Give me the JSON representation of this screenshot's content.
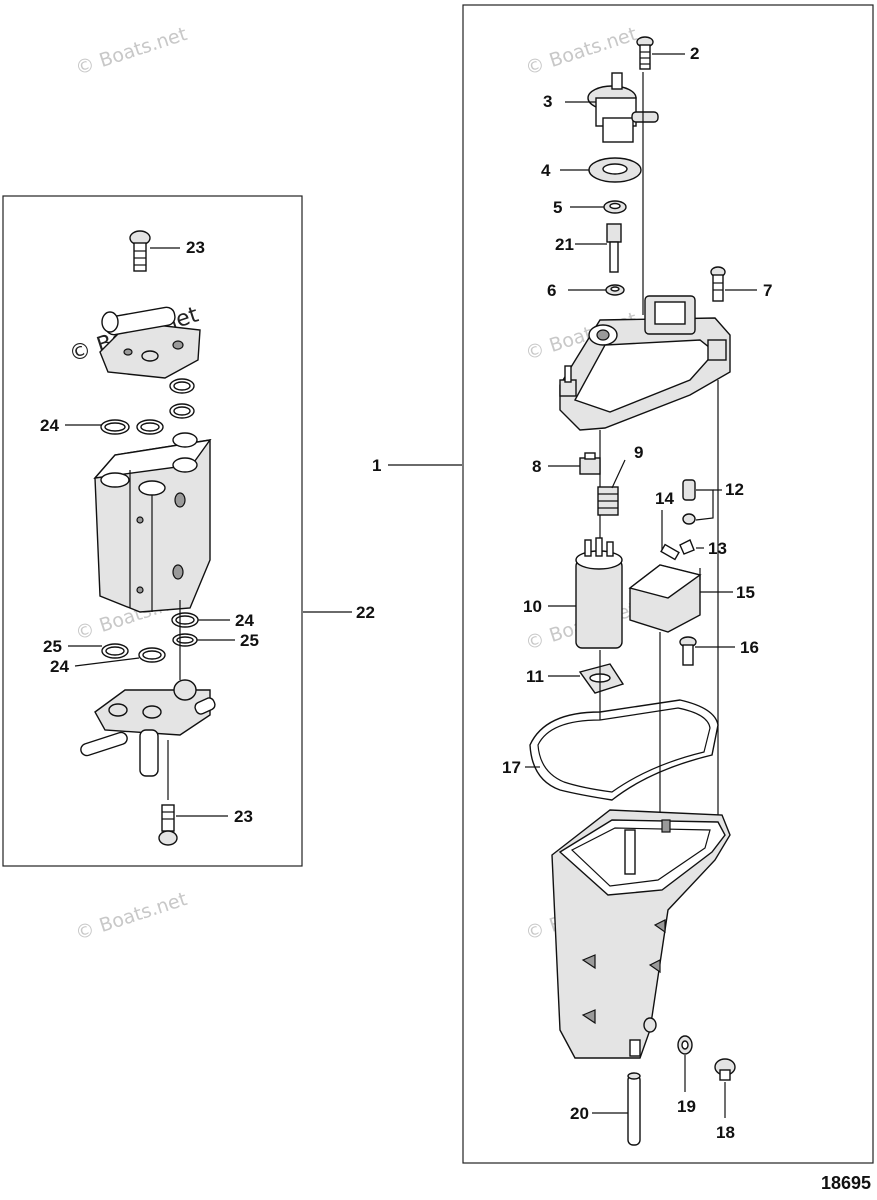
{
  "watermark": "© Boats.net",
  "drawing_number": "18695",
  "callouts": {
    "c1": "1",
    "c2": "2",
    "c3": "3",
    "c4": "4",
    "c5": "5",
    "c6": "6",
    "c7": "7",
    "c8": "8",
    "c9": "9",
    "c10": "10",
    "c11": "11",
    "c12": "12",
    "c13": "13",
    "c14": "14",
    "c15": "15",
    "c16": "16",
    "c17": "17",
    "c18": "18",
    "c19": "19",
    "c20": "20",
    "c21": "21",
    "c22": "22",
    "c23a": "23",
    "c23b": "23",
    "c24a": "24",
    "c24b": "24",
    "c24c": "24",
    "c25a": "25",
    "c25b": "25"
  }
}
